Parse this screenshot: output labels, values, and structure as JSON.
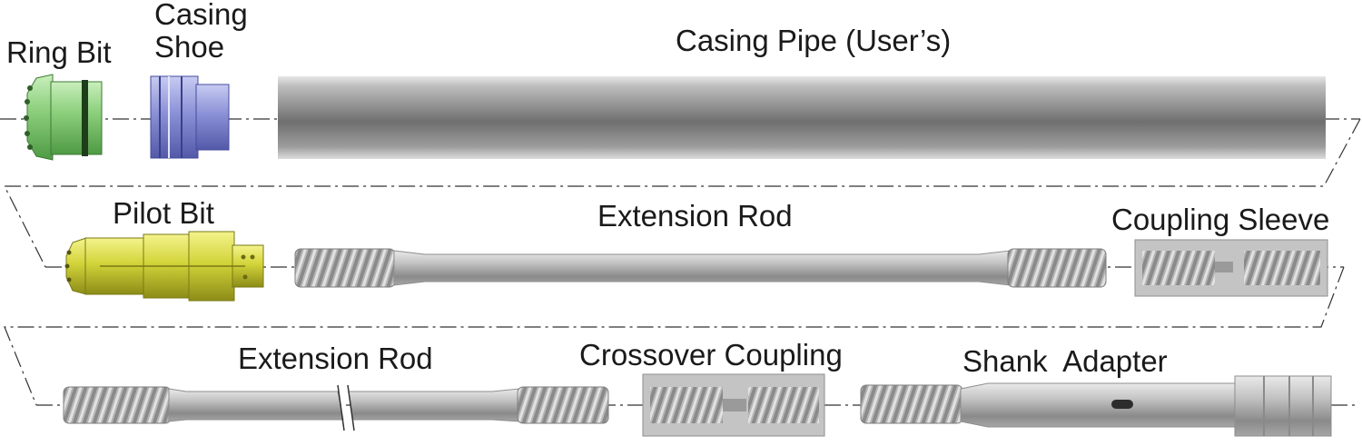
{
  "labels": {
    "ring_bit": "Ring Bit",
    "casing_shoe_line1": "Casing",
    "casing_shoe_line2": "Shoe",
    "casing_pipe": "Casing Pipe (User’s)",
    "pilot_bit": "Pilot Bit",
    "extension_rod_top": "Extension Rod",
    "coupling_sleeve": "Coupling Sleeve",
    "extension_rod_bottom": "Extension Rod",
    "crossover_coupling": "Crossover Coupling",
    "shank_adapter": "Shank  Adapter"
  },
  "colors": {
    "ring_bit": "#8cc97c",
    "casing_shoe": "#8f95d6",
    "pilot_bit": "#d6d63a",
    "steel": "#b9b9b9",
    "steel_dark": "#7c7c7c",
    "line": "#333333"
  }
}
